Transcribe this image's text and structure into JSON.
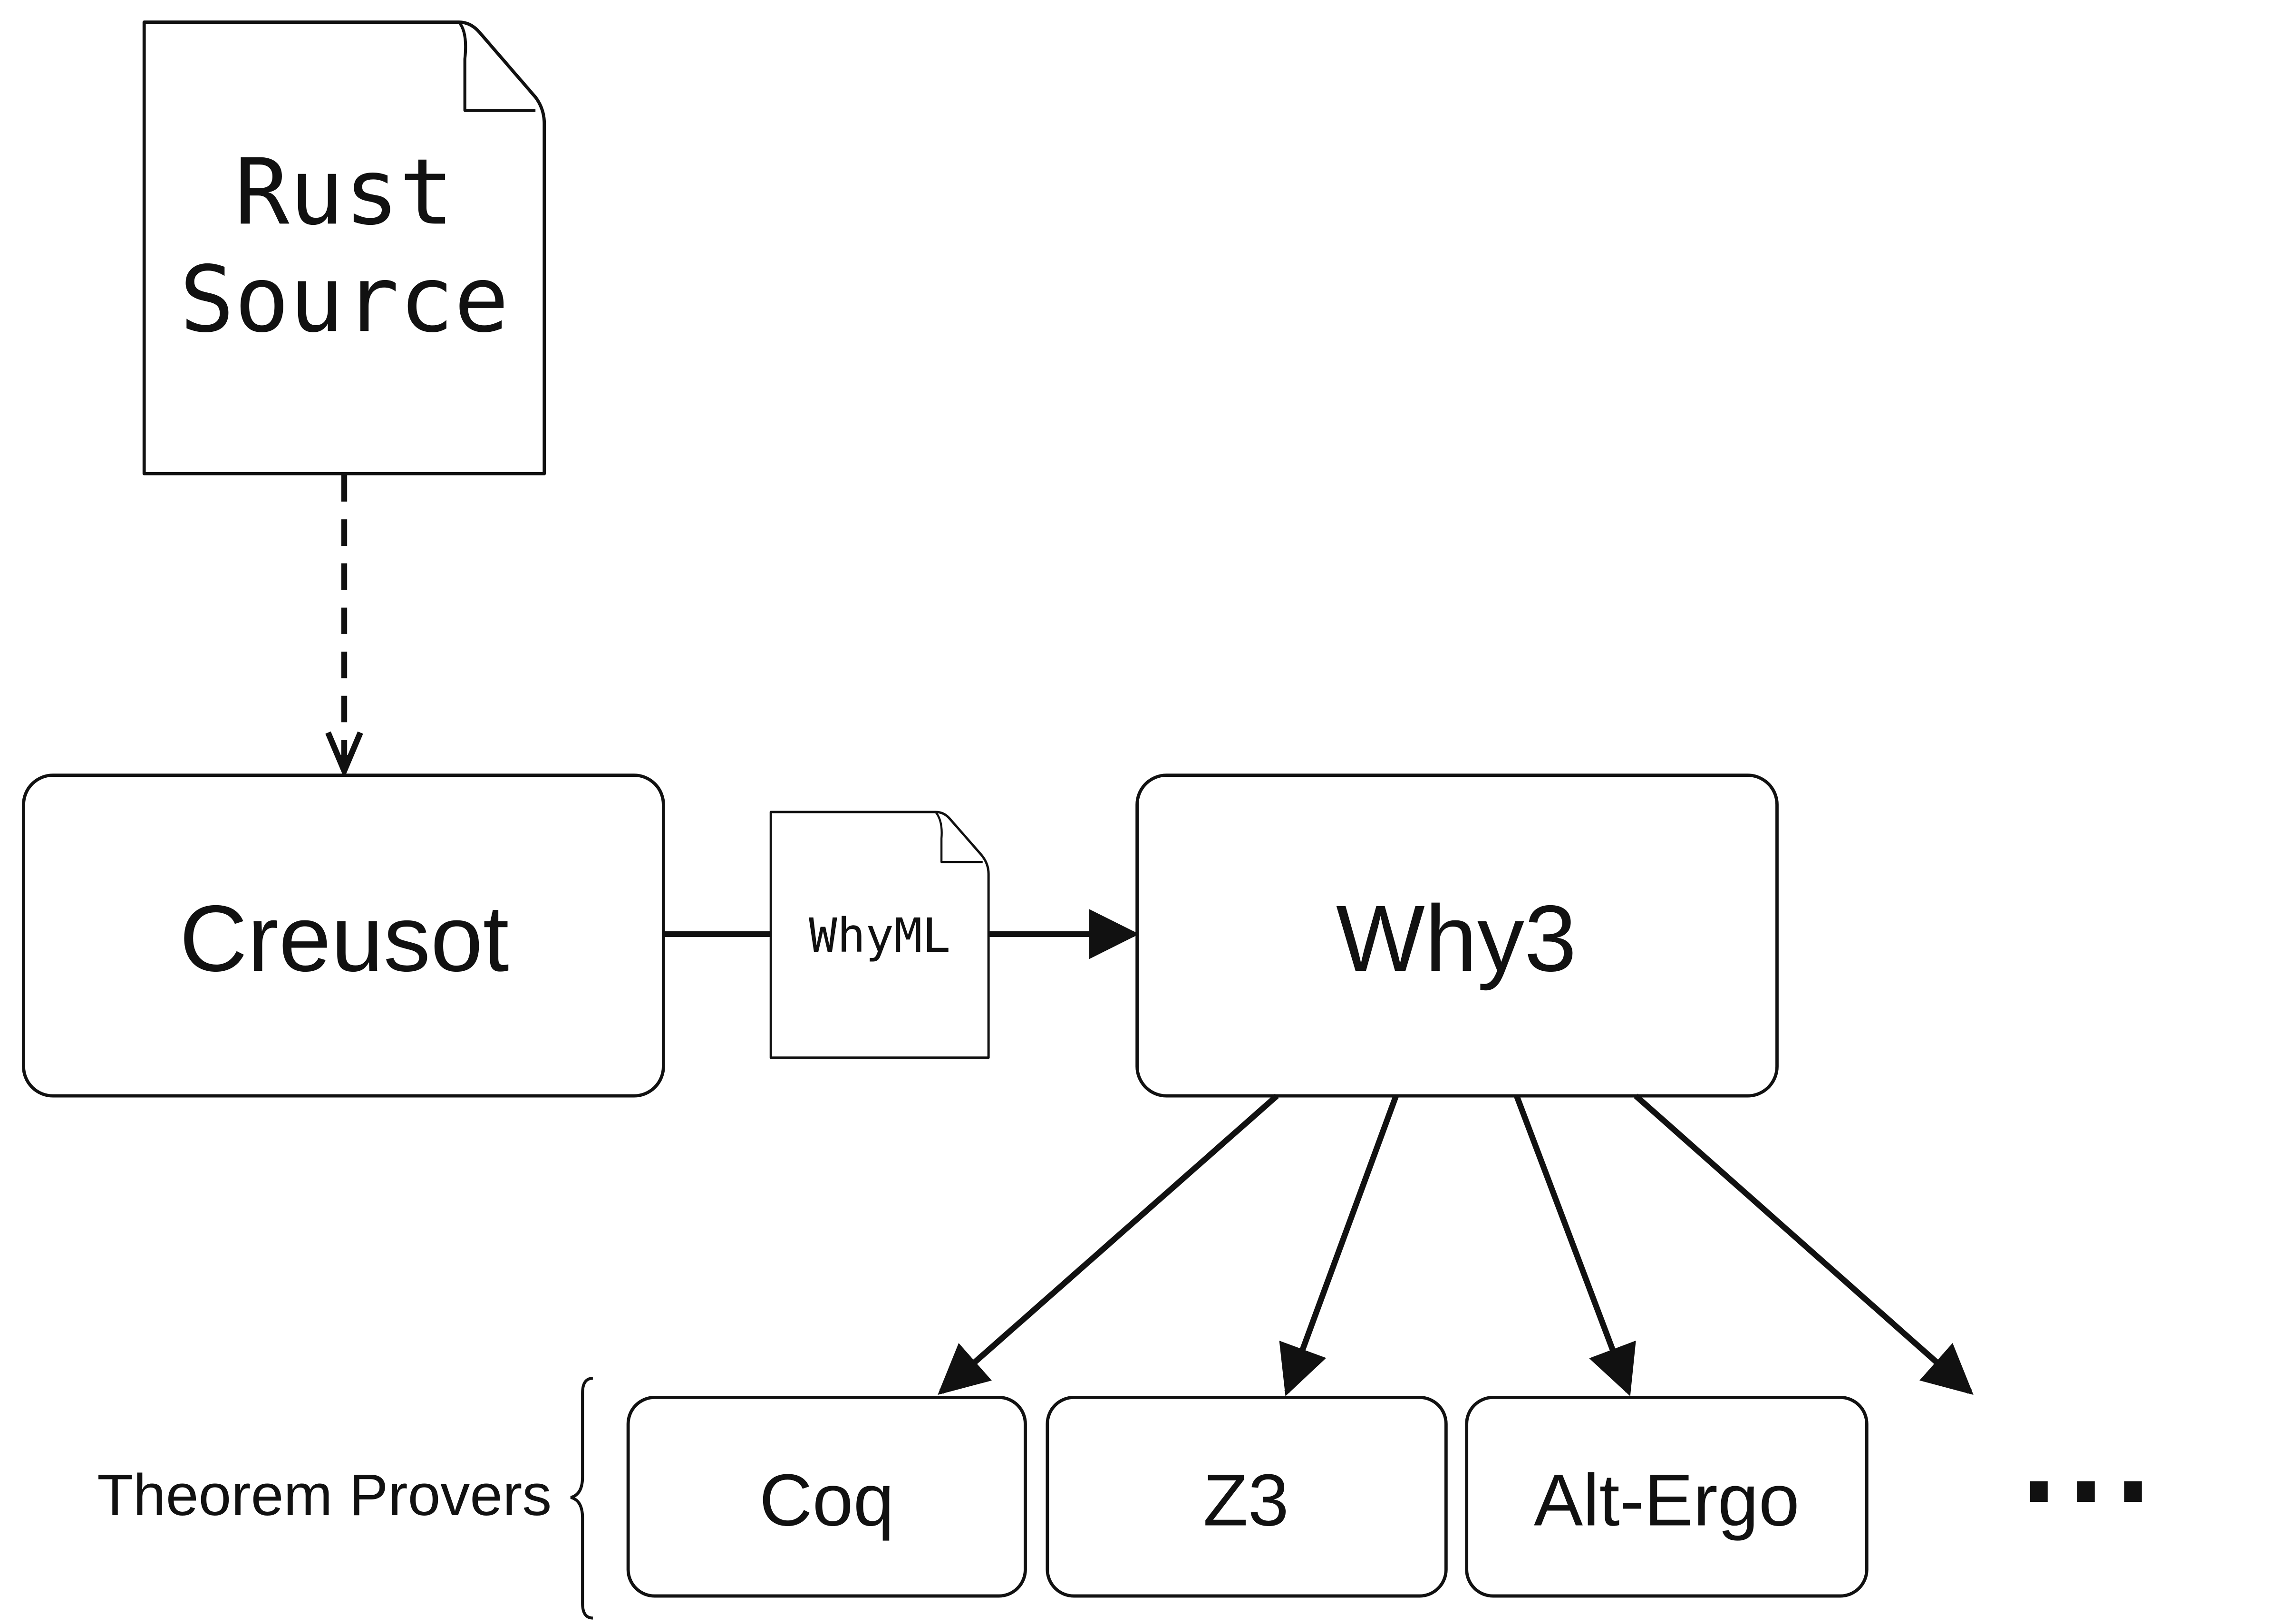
{
  "diagram": {
    "source_doc": {
      "line1": "Rust",
      "line2": "Source"
    },
    "creusot": {
      "label": "Creusot"
    },
    "whyml_doc": {
      "label": "WhyML"
    },
    "why3": {
      "label": "Why3"
    },
    "provers_group": {
      "label": "Theorem Provers"
    },
    "provers": [
      {
        "label": "Coq"
      },
      {
        "label": "Z3"
      },
      {
        "label": "Alt-Ergo"
      }
    ],
    "more": {
      "label": "..."
    }
  },
  "colors": {
    "stroke": "#111111",
    "background": "#ffffff"
  }
}
